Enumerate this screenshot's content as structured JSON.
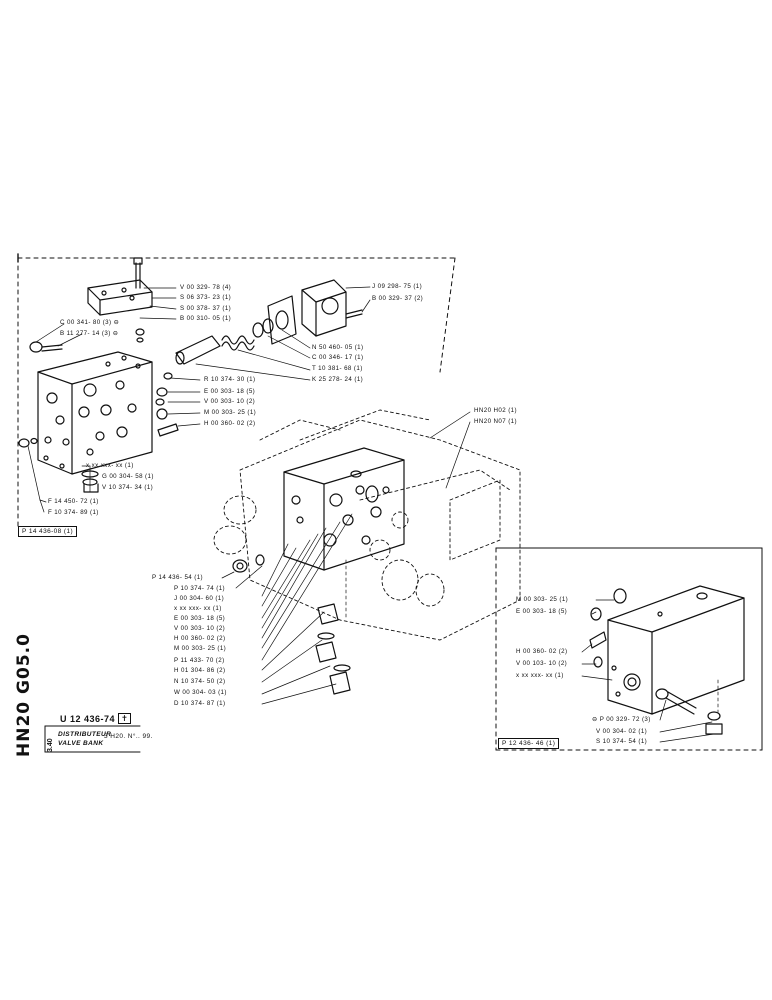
{
  "sheet": {
    "code": "HN20 G05.0",
    "page_ref": "3.40",
    "title_block": {
      "part_number": "U 12 436-74",
      "cross_symbol": "✝",
      "name_fr": "DISTRIBUTEUR",
      "name_en": "VALVE BANK",
      "applicability": "3 H20. N°.. 99."
    }
  },
  "top_left_assembly": {
    "box_label": "P 14 436-08 (1)",
    "callouts_right": [
      "V 00 329- 78 (4)",
      "S 06 373- 23 (1)",
      "S 00 378- 37 (1)",
      "B 00 310- 05 (1)",
      "R 10 374- 30 (1)",
      "E 00 303- 18 (5)",
      "V 00 303- 10 (2)",
      "M 00 303- 25 (1)",
      "H 00 360- 02 (2)"
    ],
    "callouts_left": [
      "C 00 341- 80 (3) ⊖",
      "B 11 277- 14 (3) ⊖"
    ],
    "callouts_bottom": [
      "x xx xxx- xx (1)",
      "G 00 304- 58 (1)",
      "V 10 374- 34 (1)",
      "F 14 450- 72 (1)",
      "F 10 374- 89 (1)"
    ],
    "callouts_cover": [
      "J 09 298- 75 (1)",
      "B 00 329- 37 (2)",
      "N 50 460- 05 (1)",
      "C 00 346- 17 (1)",
      "T 10 381- 68 (1)",
      "K 25 278- 24 (1)"
    ]
  },
  "center_assembly": {
    "refs": [
      "HN20  H02 (1)",
      "HN20  N07 (1)"
    ],
    "callouts": [
      "P 14 436- 54 (1)",
      "P 10 374- 74 (1)",
      "J 00 304- 60 (1)",
      "x xx xxx- xx (1)",
      "E 00 303- 18 (5)",
      "V 00 303- 10 (2)",
      "H 00 360- 02 (2)",
      "M 00 303- 25 (1)",
      "P 11 433- 70 (2)",
      "H 01 304- 86 (2)",
      "N 10 374- 50 (2)",
      "W 00 304- 03 (1)",
      "D 10 374- 87 (1)"
    ]
  },
  "bottom_right_assembly": {
    "box_label": "P 12 436- 46 (1)",
    "callouts": [
      "M 00 303- 25 (1)",
      "E 00 303- 18 (5)",
      "H 00 360- 02 (2)",
      "V 00 103- 10 (2)",
      "x xx xxx- xx (1)",
      "⊖ P 00 329- 72 (3)",
      "V 00 304- 02 (1)",
      "S 10 374- 54 (1)"
    ]
  }
}
